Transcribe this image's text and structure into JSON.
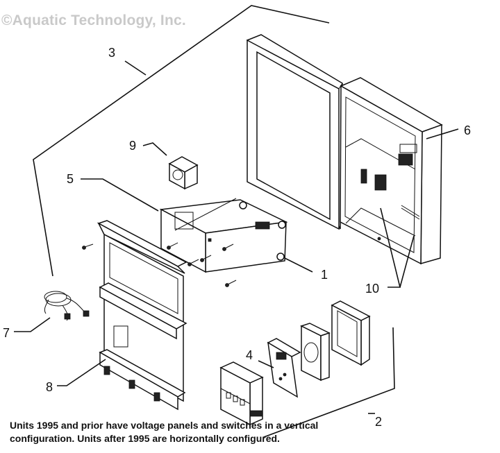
{
  "copyright": "©Aquatic Technology, Inc.",
  "callouts": {
    "c1": "1",
    "c2": "2",
    "c3": "3",
    "c4": "4",
    "c5": "5",
    "c6": "6",
    "c7": "7",
    "c8": "8",
    "c9": "9",
    "c10": "10"
  },
  "note": {
    "line1": "Units 1995 and prior have voltage panels and switches in a vertical",
    "line2": "configuration. Units after 1995 are horizontally configured."
  }
}
